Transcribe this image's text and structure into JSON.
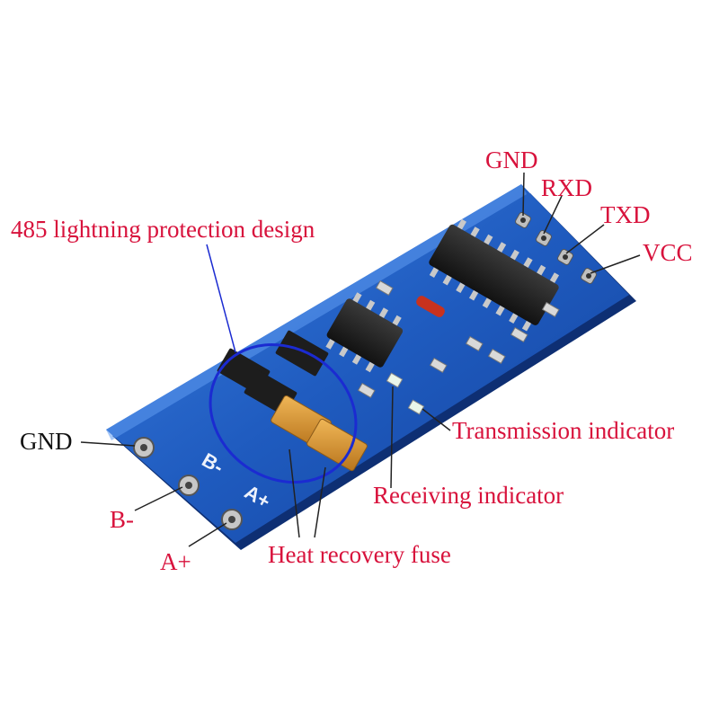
{
  "labels": {
    "lightning": "485 lightning protection design",
    "gnd_top": "GND",
    "rxd": "RXD",
    "txd": "TXD",
    "vcc": "VCC",
    "gnd_left": "GND",
    "b_minus": "B-",
    "a_plus": "A+",
    "transmission": "Transmission indicator",
    "receiving": "Receiving indicator",
    "fuse": "Heat recovery fuse"
  },
  "silkscreen": {
    "b_minus": "B-",
    "a_plus": "A+"
  },
  "colors": {
    "label_red": "#d8123c",
    "label_black": "#111111",
    "pcb_blue": "#1f5bbf",
    "highlight_ellipse": "#1b2bd1",
    "fuse_orange": "#d5902e"
  }
}
